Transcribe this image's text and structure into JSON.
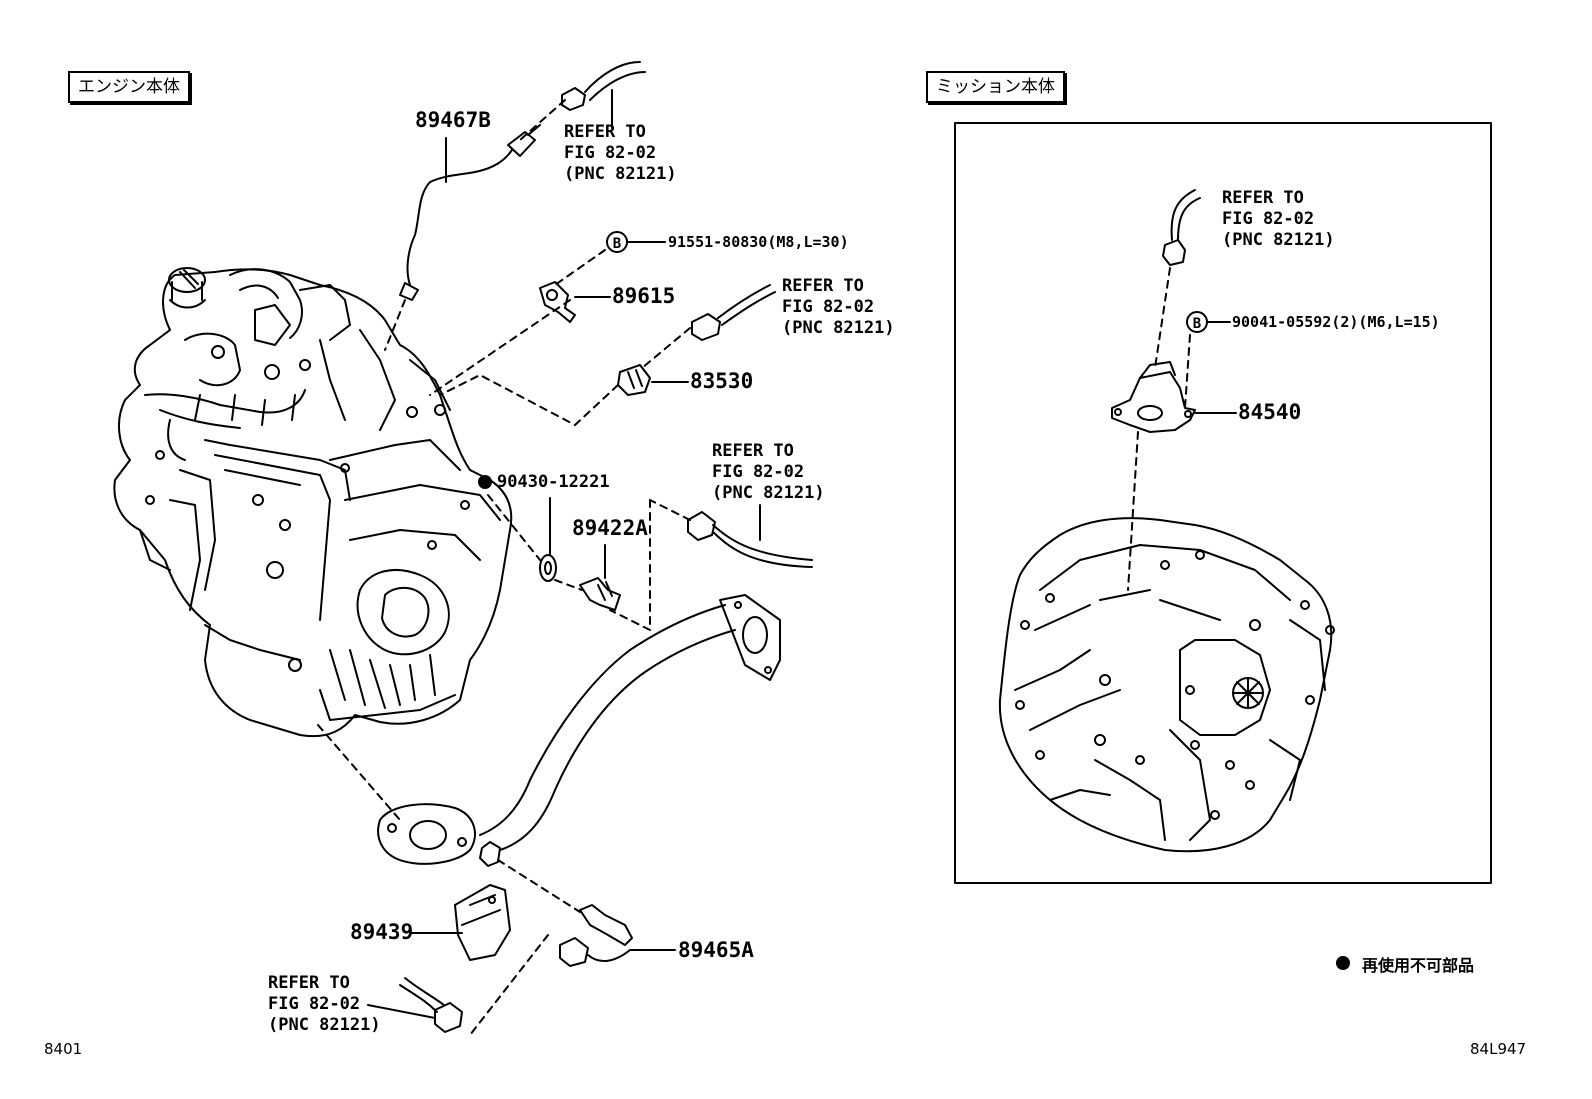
{
  "headers": {
    "engine": "エンジン本体",
    "mission": "ミッション本体"
  },
  "refer": {
    "line1": "REFER TO",
    "line2": "FIG 82-02",
    "line3": "(PNC 82121)"
  },
  "parts": {
    "p89467B": "89467B",
    "p91551": "91551-80830(M8,L=30)",
    "p89615": "89615",
    "p83530": "83530",
    "p90430": "90430-12221",
    "p89422A": "89422A",
    "p89439": "89439",
    "p89465A": "89465A",
    "p90041": "90041-05592(2)(M6,L=15)",
    "p84540": "84540"
  },
  "markers": {
    "b": "B"
  },
  "legend": {
    "text": "再使用不可部品"
  },
  "codes": {
    "left": "8401",
    "right": "84L947"
  }
}
